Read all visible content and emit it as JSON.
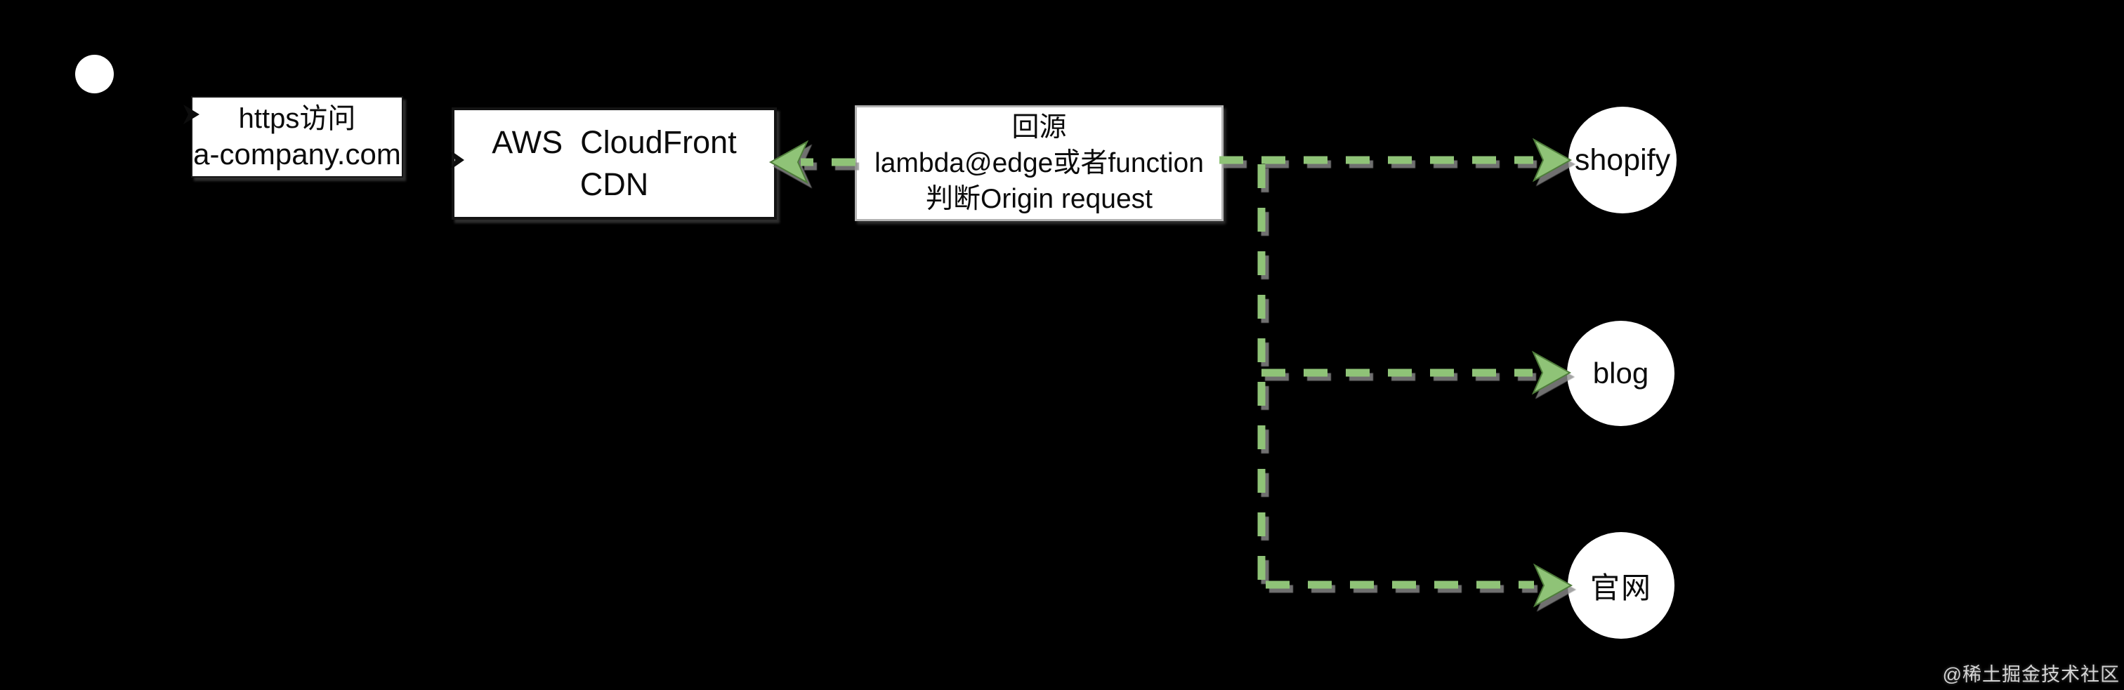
{
  "diagram": {
    "request_box": {
      "line1": "https访问",
      "line2": "a-company.com"
    },
    "cdn_box": {
      "line1": "AWS  CloudFront",
      "line2": "CDN"
    },
    "origin_box": {
      "line1": "回源",
      "line2": "lambda@edge或者function",
      "line3": "判断Origin request"
    },
    "origins": [
      {
        "label": "shopify"
      },
      {
        "label": "blog"
      },
      {
        "label": "官网"
      }
    ],
    "colors": {
      "background": "#000000",
      "node_fill": "#ffffff",
      "node_text": "#0b0b0b",
      "connector_green": "#8fc377",
      "connector_green_dark": "#4f7d3a",
      "connector_shadow": "#8d8d8d",
      "origin_box_border": "#b3b3b3"
    },
    "watermark": {
      "text": "@稀土掘金技术社区"
    }
  }
}
